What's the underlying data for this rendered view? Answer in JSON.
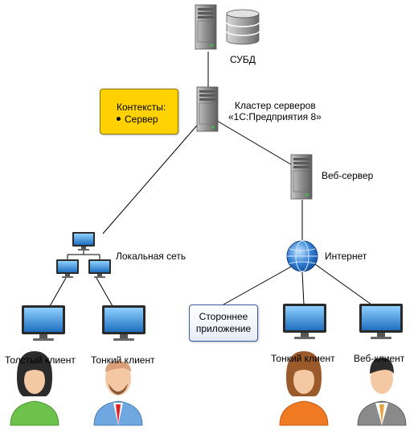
{
  "nodes": {
    "dbms": "СУБД",
    "cluster_line1": "Кластер серверов",
    "cluster_line2": "«1С:Предприятия 8»",
    "web_server": "Веб-сервер",
    "local_network": "Локальная сеть",
    "internet": "Интернет",
    "thick_client": "Толстый клиент",
    "thin_client_local": "Тонкий клиент",
    "thin_client_remote": "Тонкий клиент",
    "web_client": "Веб-клиент",
    "third_party_app": "Стороннее\nприложение"
  },
  "contexts": {
    "title": "Контексты:",
    "items": [
      "Сервер"
    ]
  },
  "colors": {
    "context_box": "#ffd200",
    "app_box_border": "#3a5aa0",
    "server_body": "#9a9a9a",
    "monitor_screen": "#3d8fd6",
    "globe": "#2f7bd0"
  }
}
